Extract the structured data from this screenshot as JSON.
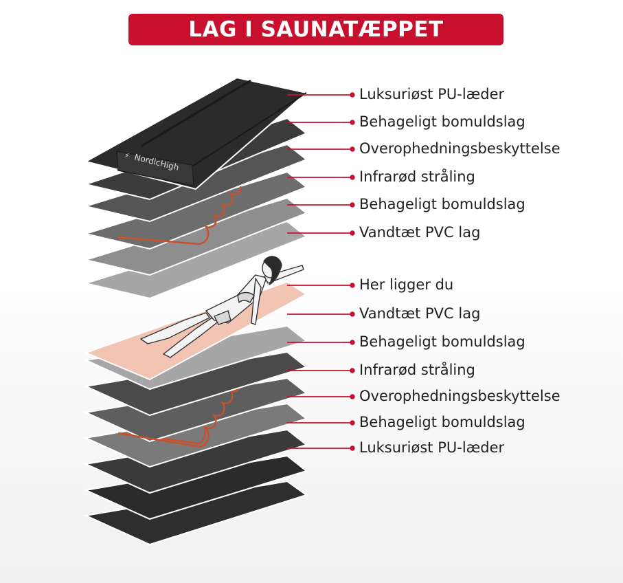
{
  "title": "LAG I SAUNATÆPPET",
  "brand_logo_text": "NordicHigh",
  "colors": {
    "accent": "#c8102e",
    "heating_wire": "#c9502a",
    "person_layer": "#f1c4b4",
    "pu_leather": "#2b2b2b",
    "cotton": "#555555",
    "overheat": "#666666",
    "infrared": "#8a8a8a",
    "pvc": "#a6a6a6"
  },
  "top_labels": [
    "Luksuriøst PU-læder",
    "Behageligt bomuldslag",
    "Overophedningsbeskyttelse",
    "Infrarød stråling",
    "Behageligt bomuldslag",
    "Vandtæt PVC lag"
  ],
  "middle_label": "Her ligger du",
  "bottom_labels": [
    "Vandtæt PVC lag",
    "Behageligt bomuldslag",
    "Infrarød stråling",
    "Overophedningsbeskyttelse",
    "Behageligt bomuldslag",
    "Luksuriøst PU-læder"
  ]
}
